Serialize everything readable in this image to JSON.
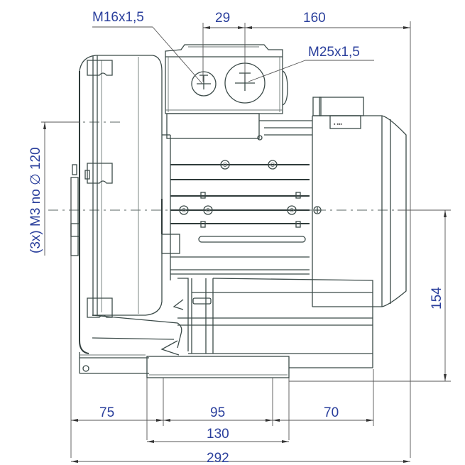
{
  "drawing": {
    "title": "Side channel blower dimension drawing",
    "colors": {
      "dimension_text": "#2a3f9c",
      "outline": "#3b4a48",
      "background": "#ffffff"
    },
    "labels": {
      "thread_small": "M16x1,5",
      "thread_large": "M25x1,5",
      "mounting_holes": "(3x) M3 no ∅ 120"
    },
    "dimensions": {
      "top_gland_spacing": "29",
      "top_to_end": "160",
      "axis_height": "154",
      "bottom_left": "75",
      "bottom_mid": "95",
      "bottom_right": "70",
      "bottom_foot": "130",
      "overall_length": "292"
    }
  }
}
